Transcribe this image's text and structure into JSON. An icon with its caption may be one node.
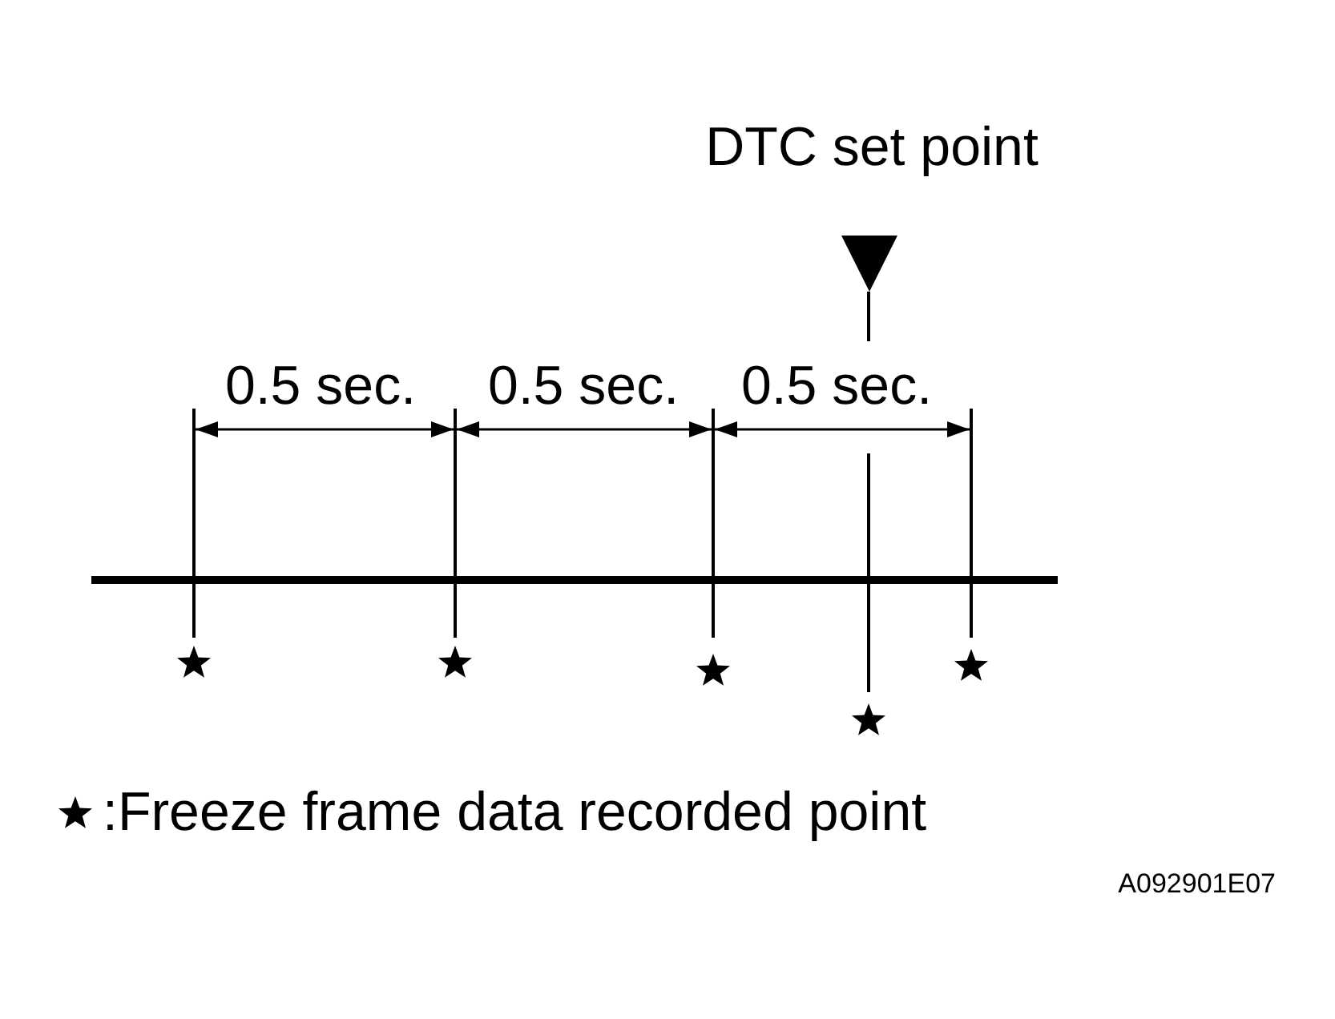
{
  "diagram": {
    "labels": [
      "DTC set point",
      "0.5 sec.",
      "0.5 sec.",
      "0.5 sec.",
      "A092901E07"
    ],
    "legend": [
      {
        "text": ":Freeze frame data recorded point"
      }
    ]
  }
}
